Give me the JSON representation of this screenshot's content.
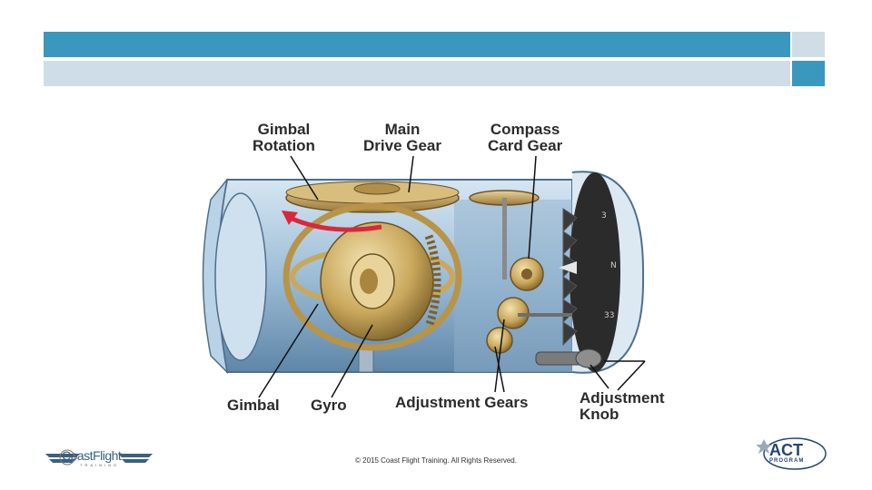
{
  "slide": {
    "footer": "© 2015 Coast Flight Training. All Rights Reserved."
  },
  "diagram": {
    "labels": {
      "gimbal_rotation": [
        "Gimbal",
        "Rotation"
      ],
      "main_drive_gear": [
        "Main",
        "Drive Gear"
      ],
      "compass_card_gear": [
        "Compass",
        "Card Gear"
      ],
      "gimbal": "Gimbal",
      "gyro": "Gyro",
      "adjustment_gears": "Adjustment Gears",
      "adjustment_knob": [
        "Adjustment",
        "Knob"
      ]
    }
  },
  "logos": {
    "left": {
      "word": "CoastFlight",
      "sub": "TRAINING"
    },
    "right": {
      "word": "ACT",
      "sub": "PROGRAM"
    }
  },
  "colors": {
    "accent_blue": "#3a97bd",
    "light_blue": "#cfdde6",
    "gear_gold": "#c9a85c",
    "casing_blue": "#a9c6dd",
    "arrow_red": "#d9283b"
  }
}
